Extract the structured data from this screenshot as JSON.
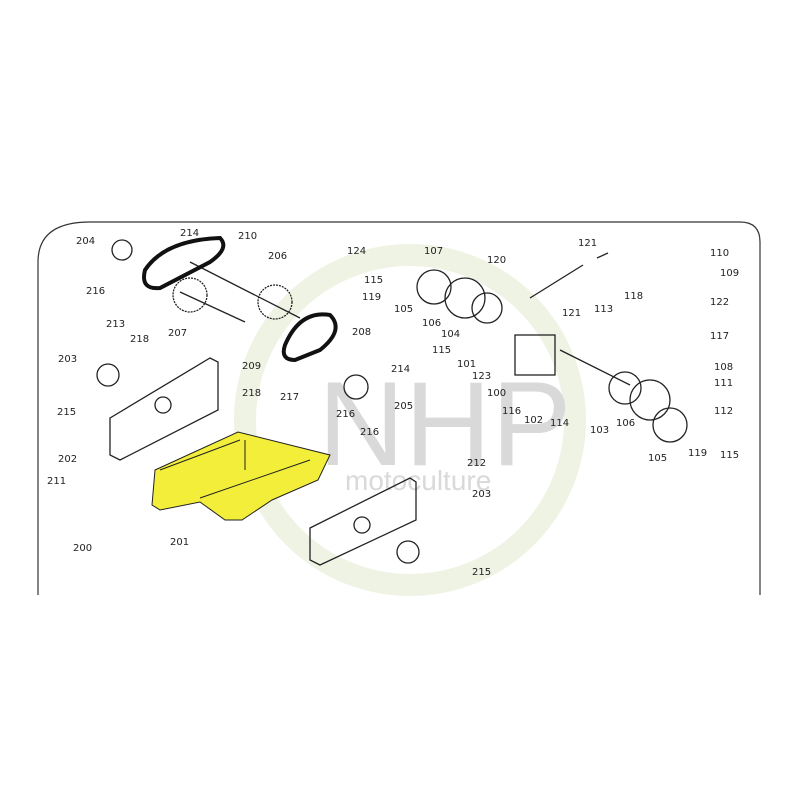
{
  "watermark": {
    "brand": "NHP",
    "sub": "motoculture",
    "color": "#e6f0d8"
  },
  "highlight_color": "#f2ee3a",
  "highlighted_part": "200",
  "callouts": [
    {
      "label": "204"
    },
    {
      "label": "214"
    },
    {
      "label": "210"
    },
    {
      "label": "206"
    },
    {
      "label": "216"
    },
    {
      "label": "213"
    },
    {
      "label": "218"
    },
    {
      "label": "207"
    },
    {
      "label": "209"
    },
    {
      "label": "208"
    },
    {
      "label": "214"
    },
    {
      "label": "218"
    },
    {
      "label": "217"
    },
    {
      "label": "216"
    },
    {
      "label": "205"
    },
    {
      "label": "203"
    },
    {
      "label": "215"
    },
    {
      "label": "202"
    },
    {
      "label": "211"
    },
    {
      "label": "200"
    },
    {
      "label": "201"
    },
    {
      "label": "216"
    },
    {
      "label": "212"
    },
    {
      "label": "203"
    },
    {
      "label": "215"
    },
    {
      "label": "124"
    },
    {
      "label": "107"
    },
    {
      "label": "115"
    },
    {
      "label": "119"
    },
    {
      "label": "105"
    },
    {
      "label": "106"
    },
    {
      "label": "104"
    },
    {
      "label": "115"
    },
    {
      "label": "101"
    },
    {
      "label": "123"
    },
    {
      "label": "100"
    },
    {
      "label": "116"
    },
    {
      "label": "102"
    },
    {
      "label": "114"
    },
    {
      "label": "103"
    },
    {
      "label": "106"
    },
    {
      "label": "105"
    },
    {
      "label": "119"
    },
    {
      "label": "115"
    },
    {
      "label": "120"
    },
    {
      "label": "121"
    },
    {
      "label": "110"
    },
    {
      "label": "109"
    },
    {
      "label": "121"
    },
    {
      "label": "113"
    },
    {
      "label": "118"
    },
    {
      "label": "122"
    },
    {
      "label": "117"
    },
    {
      "label": "108"
    },
    {
      "label": "111"
    },
    {
      "label": "112"
    }
  ]
}
